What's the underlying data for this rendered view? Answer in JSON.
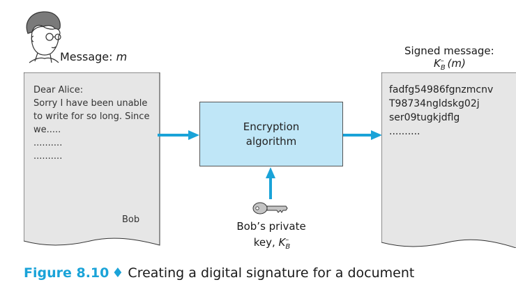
{
  "sender": {
    "message_label": "Message: ",
    "message_var": "m"
  },
  "letter": {
    "lines": [
      "Dear Alice:",
      "Sorry I have been unable",
      "to write for so long. Since",
      "we.....",
      "..........",
      ".........."
    ],
    "signature": "Bob"
  },
  "algorithm": {
    "line1": "Encryption",
    "line2": "algorithm"
  },
  "key": {
    "line1": "Bob’s private",
    "line2_prefix": "key, ",
    "symbol": "K",
    "subscript": "B",
    "superscript": "–"
  },
  "signed": {
    "title": "Signed message:",
    "symbol": "K",
    "subscript": "B",
    "superscript": "–",
    "arg": "(m)",
    "lines": [
      "fadfg54986fgnzmcnv",
      "T98734ngldskg02j",
      "ser09tugkjdflg",
      ".........."
    ]
  },
  "caption": {
    "number": "Figure 8.10",
    "diamond": "♦",
    "text": "Creating a digital signature for a document"
  },
  "colors": {
    "arrow": "#1aa3d8",
    "box_fill": "#bfe6f7",
    "page_fill": "#e6e6e6"
  }
}
